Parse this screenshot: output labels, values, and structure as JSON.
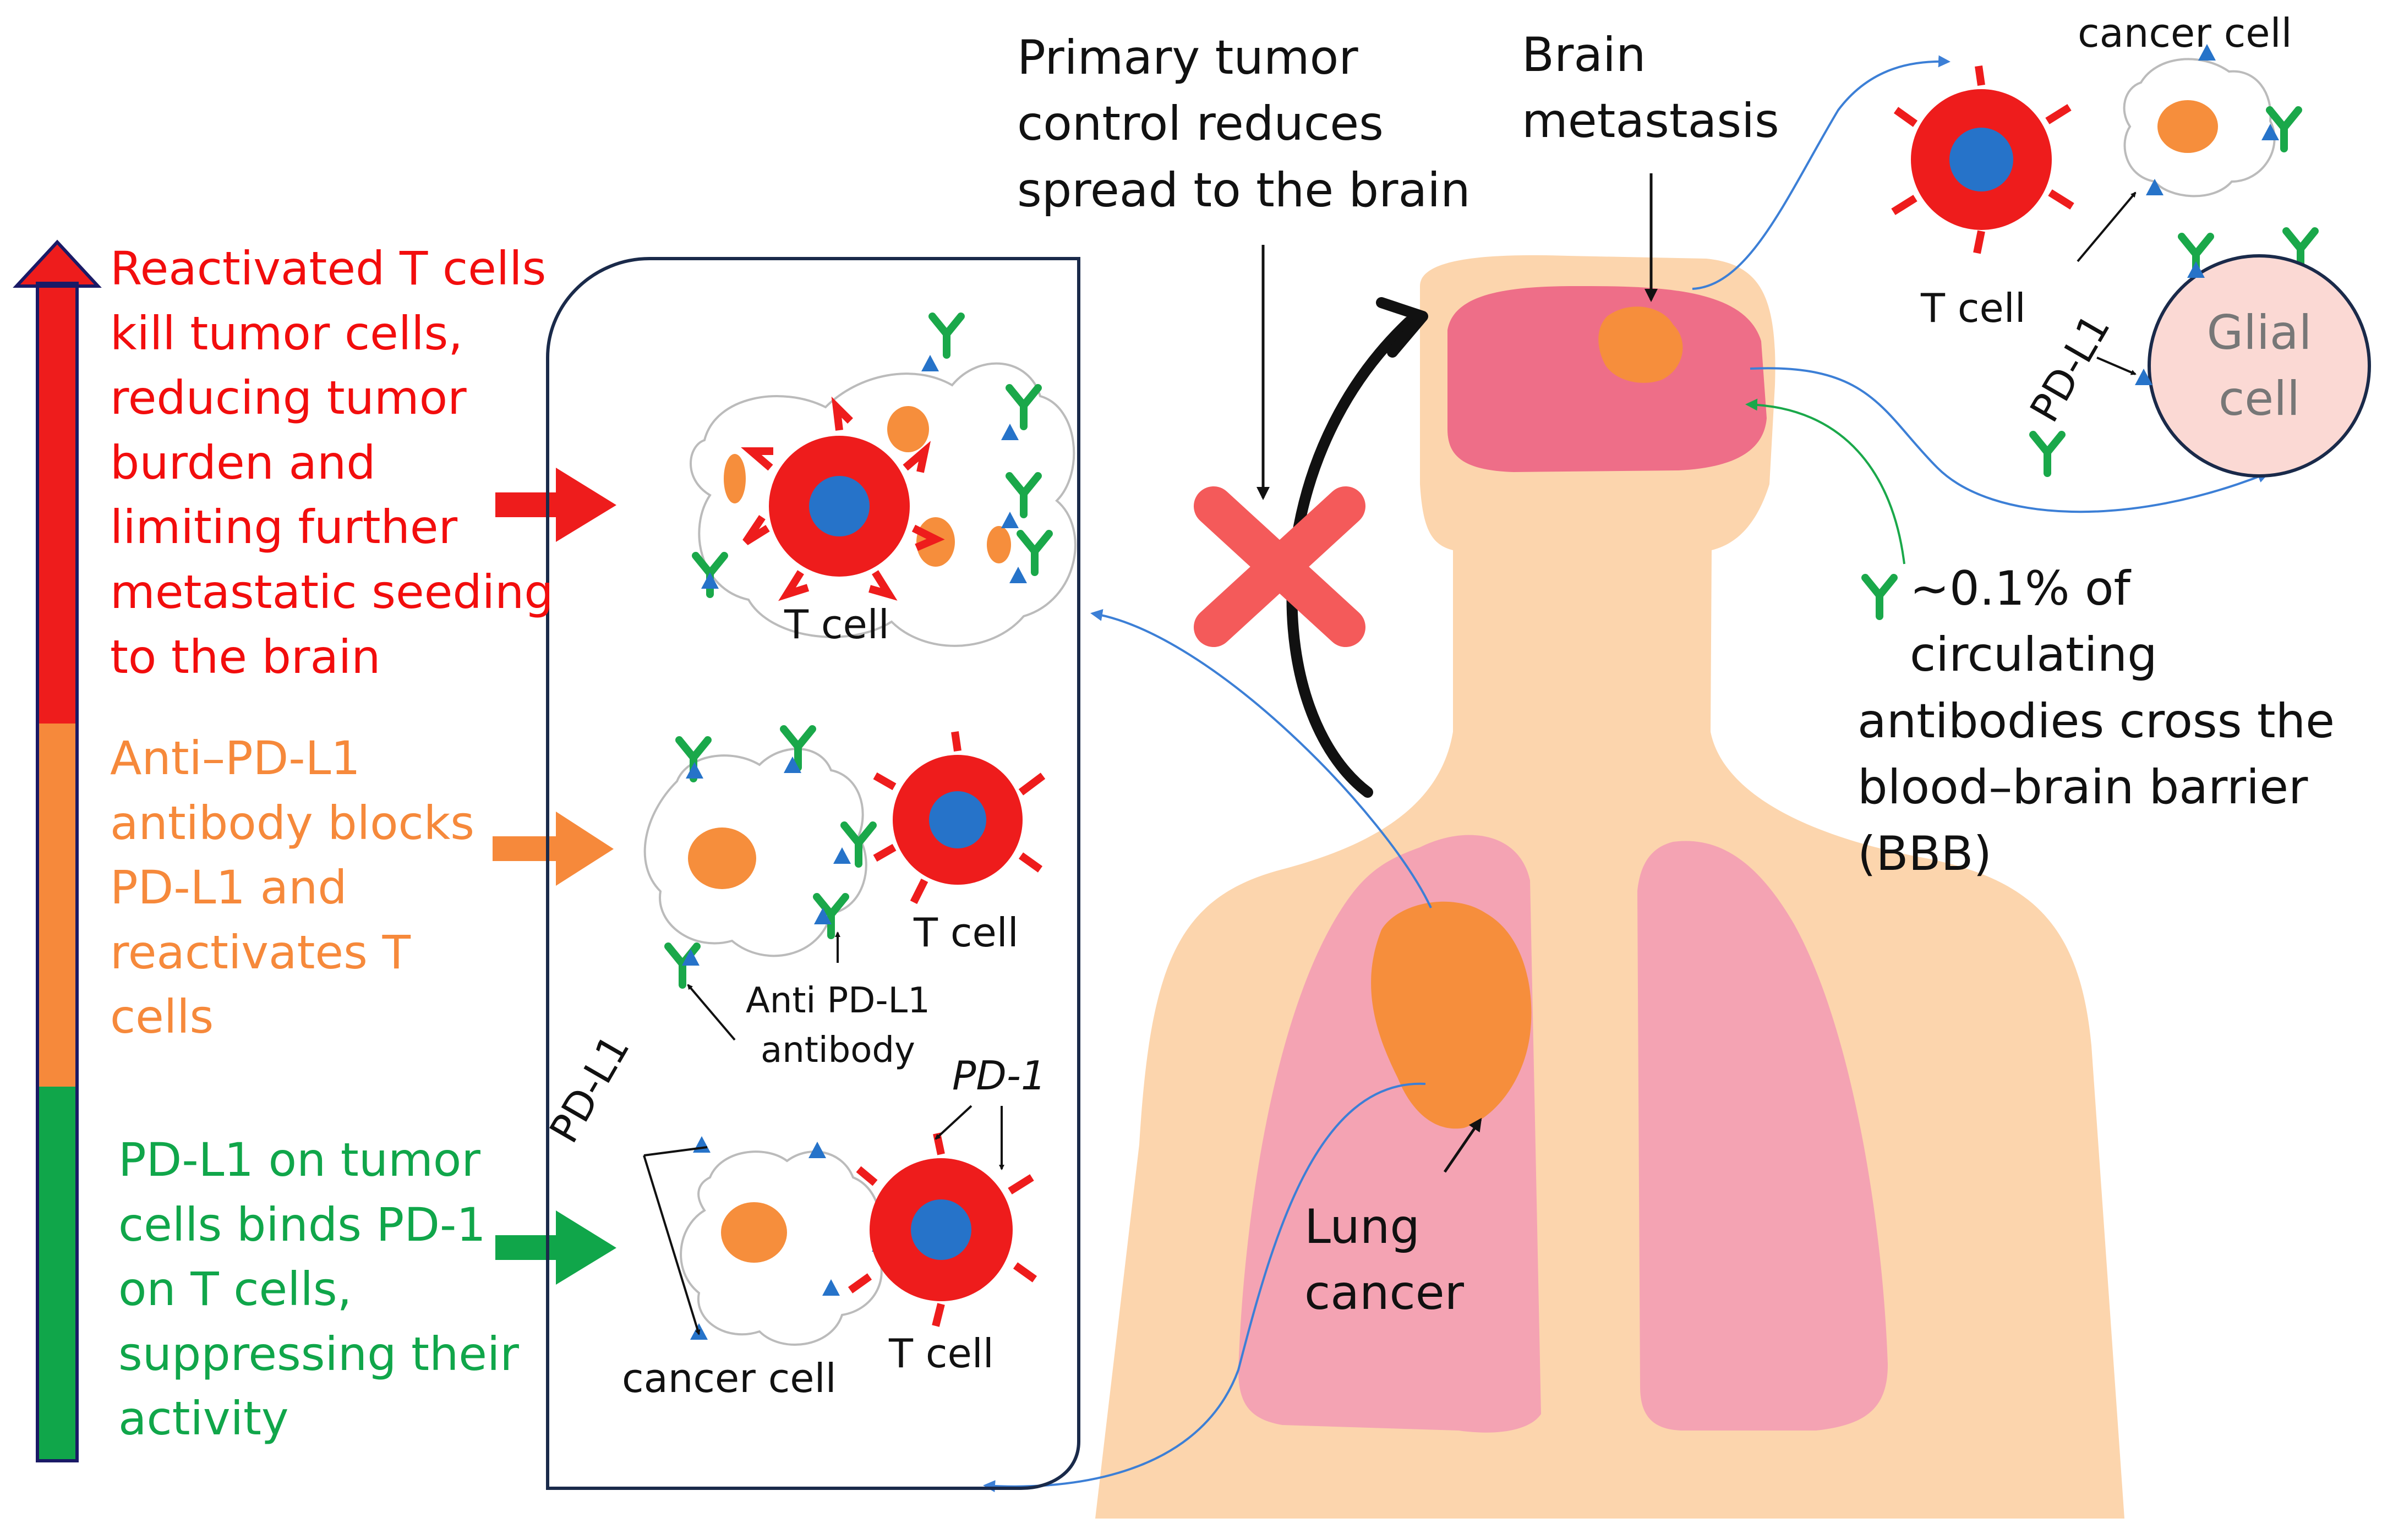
{
  "colors": {
    "red": "#ee1c1c",
    "orange": "#f6893b",
    "green": "#10a64a",
    "skin": "#fcd5ad",
    "lung": "#f4a3b3",
    "brain": "#ee6e88",
    "tumor": "#f68e3c",
    "pd1": "#2673c9",
    "antibody": "#1aa84a"
  },
  "side": {
    "red_text": [
      "Reactivated T cells",
      "kill tumor cells,",
      "reducing tumor",
      "burden and",
      "limiting further",
      "metastatic seeding",
      "to the brain"
    ],
    "orange_text": [
      "Anti–PD-L1",
      "antibody blocks",
      "PD-L1 and",
      "reactivates T",
      "cells"
    ],
    "green_text": [
      "PD-L1 on tumor",
      "cells binds PD-1",
      "on T cells,",
      "suppressing their",
      "activity"
    ]
  },
  "panel": {
    "top_tcell": "T cell",
    "mid_tcell": "T cell",
    "antibody_label": [
      "Anti PD-L1",
      "antibody"
    ],
    "pdl1": "PD-L1",
    "pd1": "PD-1",
    "cancer_cell": "cancer cell",
    "bottom_tcell": "T cell"
  },
  "body": {
    "primary": [
      "Primary tumor",
      "control reduces",
      "spread to the brain"
    ],
    "brain_met": [
      "Brain",
      "metastasis"
    ],
    "lung": [
      "Lung",
      "cancer"
    ],
    "bbb": [
      "~0.1% of circulating",
      "antibodies cross the",
      "blood–brain barrier",
      "(BBB)"
    ]
  },
  "inset": {
    "cancer_cell": "cancer cell",
    "tcell": "T cell",
    "pdl1": "PD-L1",
    "glial": [
      "Glial",
      "cell"
    ]
  }
}
